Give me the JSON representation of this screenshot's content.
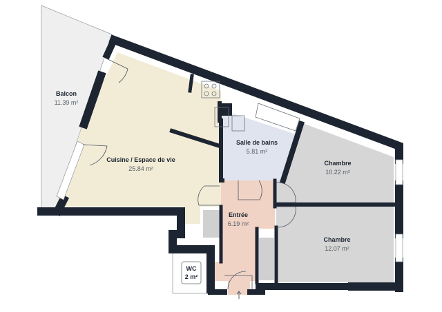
{
  "colors": {
    "wall": "#1d2532",
    "living": "#f2ecd6",
    "bathroom": "#dfe4ee",
    "bedroom": "#d6d6d6",
    "entry": "#f0d3c5",
    "balcony": "#efefef",
    "storage": "#d0d0d0"
  },
  "rooms": {
    "balcony": {
      "name": "Balcon",
      "area": "11.39 m²"
    },
    "living": {
      "name": "Cuisine / Espace de vie",
      "area": "25.84 m²"
    },
    "bathroom": {
      "name": "Salle de bains",
      "area": "5.81 m²"
    },
    "bedroom1": {
      "name": "Chambre",
      "area": "10.22 m²"
    },
    "entry": {
      "name": "Entrée",
      "area": "6.19 m²"
    },
    "bedroom2": {
      "name": "Chambre",
      "area": "12.07 m²"
    },
    "wc": {
      "name": "WC",
      "area": "2 m²"
    }
  },
  "icons": [
    "stove-icon",
    "sink-icon",
    "entrance-arrow-icon"
  ]
}
